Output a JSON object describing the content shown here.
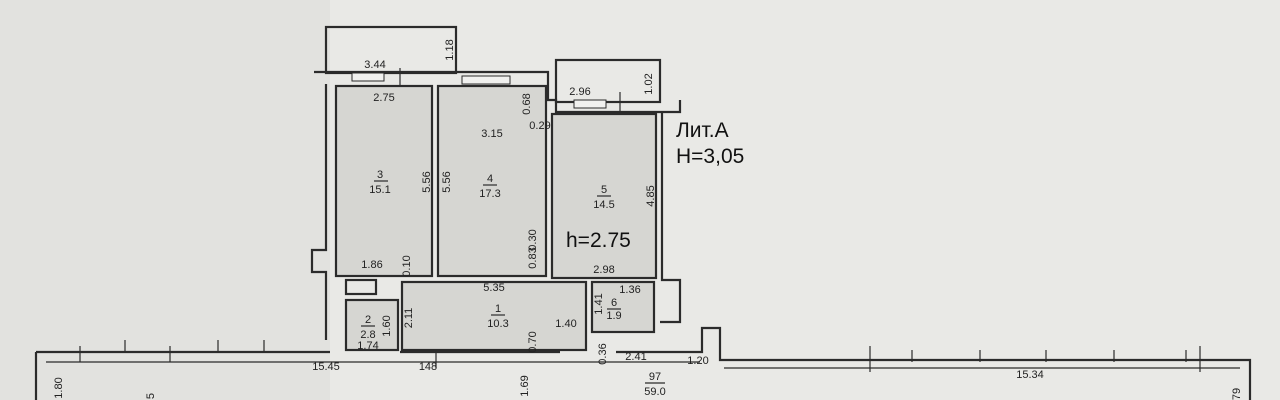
{
  "plan": {
    "letter_label": "Лит.А",
    "height_label": "H=3,05",
    "ceiling_label": "h=2.75"
  },
  "rooms": [
    {
      "id": "3",
      "area": "15.1"
    },
    {
      "id": "4",
      "area": "17.3"
    },
    {
      "id": "5",
      "area": "14.5"
    },
    {
      "id": "1",
      "area": "10.3"
    },
    {
      "id": "2",
      "area": "2.8"
    },
    {
      "id": "6",
      "area": "1.9"
    },
    {
      "id": "97",
      "area": "59.0"
    }
  ],
  "dimensions": [
    "3.44",
    "1.18",
    "2.75",
    "0.68",
    "3.15",
    "0.29",
    "2.96",
    "1.02",
    "5.56",
    "5.56",
    "4.85",
    "0.30",
    "0.83",
    "1.86",
    "0.10",
    "2.98",
    "5.35",
    "1.36",
    "1.41",
    "2.11",
    "1.60",
    "1.40",
    "1.74",
    "0.70",
    "15.45",
    "148",
    "0.36",
    "2.41",
    "1.20",
    "15.34",
    "1.80",
    "5",
    "1.69",
    "79"
  ]
}
